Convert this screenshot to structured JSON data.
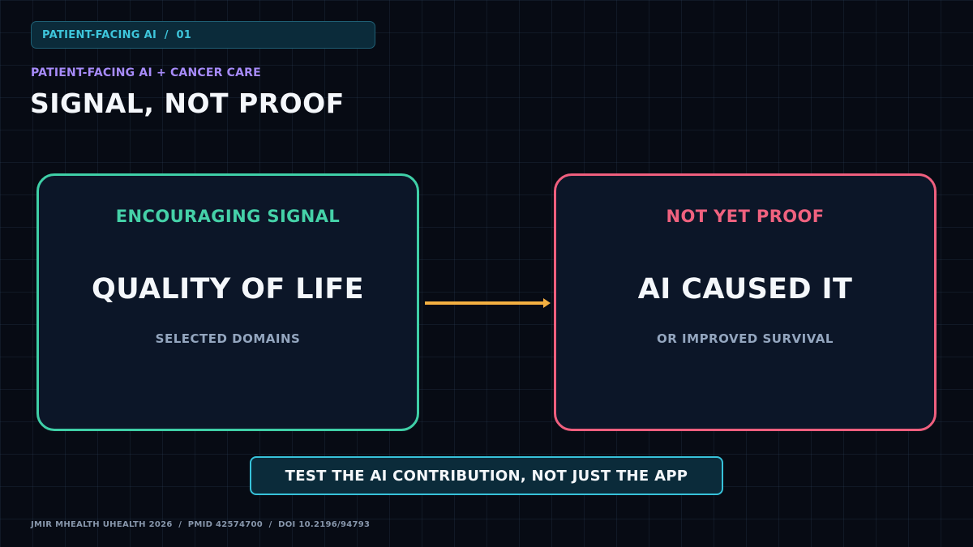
{
  "header": {
    "tag": "PATIENT-FACING AI  /  01",
    "kicker": "PATIENT-FACING AI + CANCER CARE",
    "title": "SIGNAL, NOT PROOF"
  },
  "cards": {
    "signal": {
      "label": "ENCOURAGING SIGNAL",
      "headline": "QUALITY OF LIFE",
      "subtext": "SELECTED DOMAINS"
    },
    "proof": {
      "label": "NOT YET PROOF",
      "headline": "AI CAUSED IT",
      "subtext": "OR IMPROVED SURVIVAL"
    }
  },
  "callout": {
    "text": "TEST THE AI CONTRIBUTION, NOT JUST THE APP"
  },
  "footer": {
    "citation": "JMIR MHEALTH UHEALTH 2026  /  PMID 42574700  /  DOI 10.2196/94793"
  },
  "colors": {
    "background": "#070b14",
    "signal_accent": "#3fcfa7",
    "proof_accent": "#ef5f7e",
    "arrow": "#f5b041",
    "cta_border": "#37c2da",
    "kicker": "#a78bfa"
  },
  "icons": {
    "arrow": "arrow-right-icon"
  }
}
